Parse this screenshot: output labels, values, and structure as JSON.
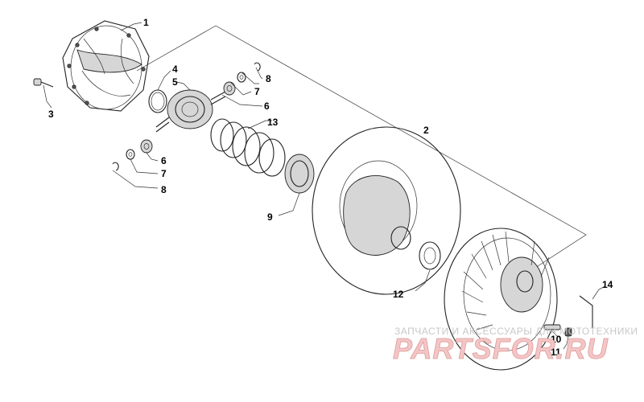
{
  "diagram": {
    "callouts": [
      "1",
      "2",
      "3",
      "4",
      "5",
      "6",
      "7",
      "8",
      "6",
      "7",
      "8",
      "9",
      "10",
      "11",
      "12",
      "13",
      "14"
    ]
  },
  "watermark": {
    "caption": "ЗАПЧАСТИ И АКСЕССУАРЫ ДЛЯ МОТОТЕХНИКИ",
    "brand": "PARTSFOR.RU"
  }
}
